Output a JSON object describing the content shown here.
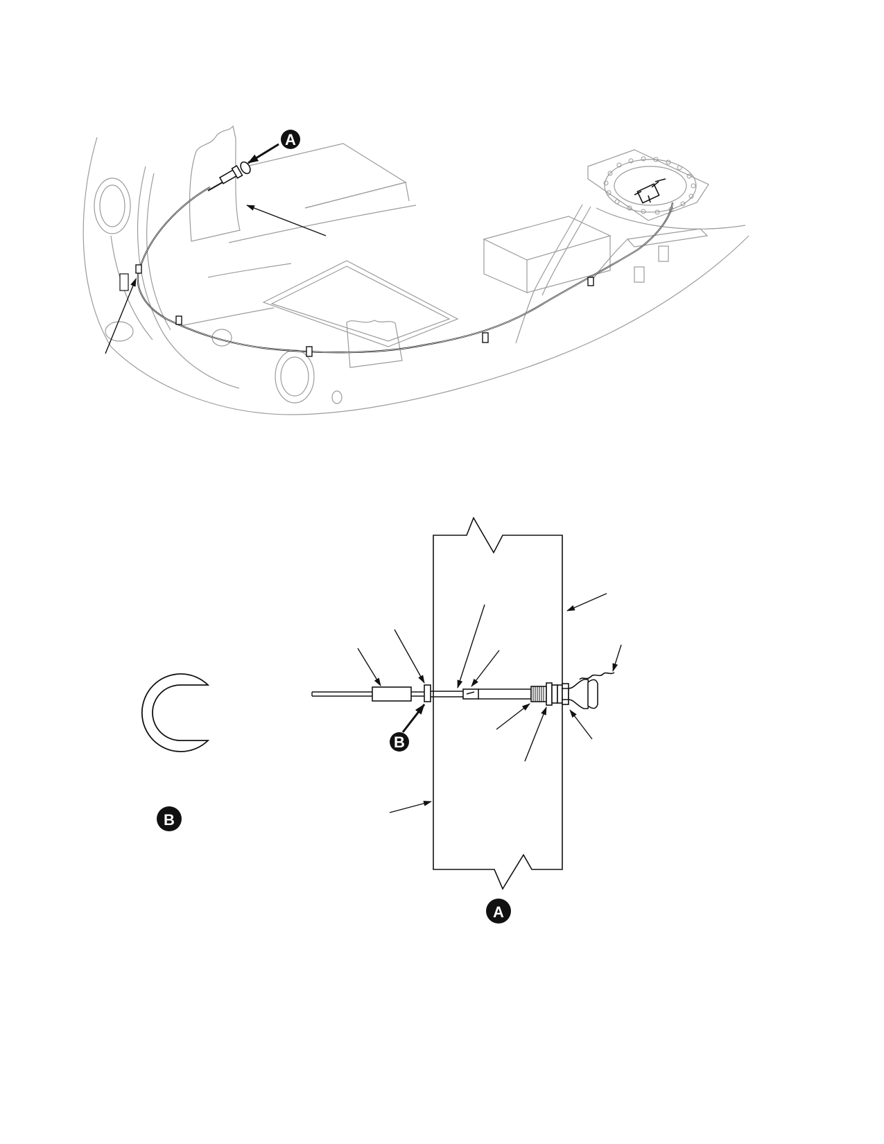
{
  "figure": {
    "callouts": {
      "top_view_detail": "A",
      "detail_a_label": "A",
      "detail_a_ref_b": "B",
      "detail_b_label": "B"
    }
  }
}
